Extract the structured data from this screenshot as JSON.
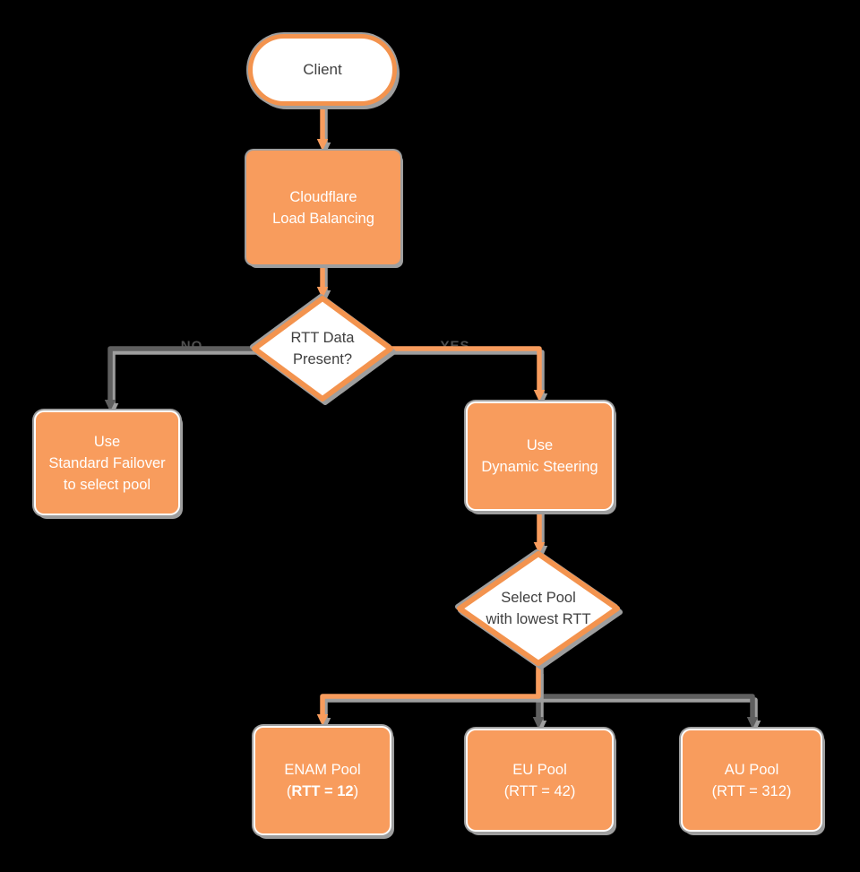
{
  "diagram": {
    "title_hint": "Cloudflare Load Balancing dynamic steering flowchart",
    "colors": {
      "orange_fill": "#f89c5d",
      "orange_stroke": "#f3934e",
      "gray_line": "#5f5f5f",
      "shadow": "#9e9e9e",
      "diamond_text": "#3f3f3f",
      "box_text": "#ffffff",
      "label_text": "#4f4f4f",
      "node_white": "#ffffff",
      "background": "#000000"
    },
    "nodes": {
      "client": {
        "label": "Client"
      },
      "cloudflare": {
        "line1": "Cloudflare",
        "line2": "Load Balancing"
      },
      "rtt_decision": {
        "line1": "RTT Data",
        "line2": "Present?"
      },
      "standard_failover": {
        "line1": "Use",
        "line2": "Standard Failover",
        "line3": "to select pool"
      },
      "dynamic_steering": {
        "line1": "Use",
        "line2": "Dynamic Steering"
      },
      "pool_decision": {
        "line1": "Select Pool",
        "line2": "with lowest RTT"
      },
      "enam_pool": {
        "line1": "ENAM Pool",
        "line2_open": "(",
        "line2_bold": "RTT = 12",
        "line2_close": ")"
      },
      "eu_pool": {
        "line1": "EU Pool",
        "line2": "(RTT = 42)"
      },
      "au_pool": {
        "line1": "AU Pool",
        "line2": "(RTT = 312)"
      }
    },
    "edge_labels": {
      "no": "NO",
      "yes": "YES"
    }
  }
}
